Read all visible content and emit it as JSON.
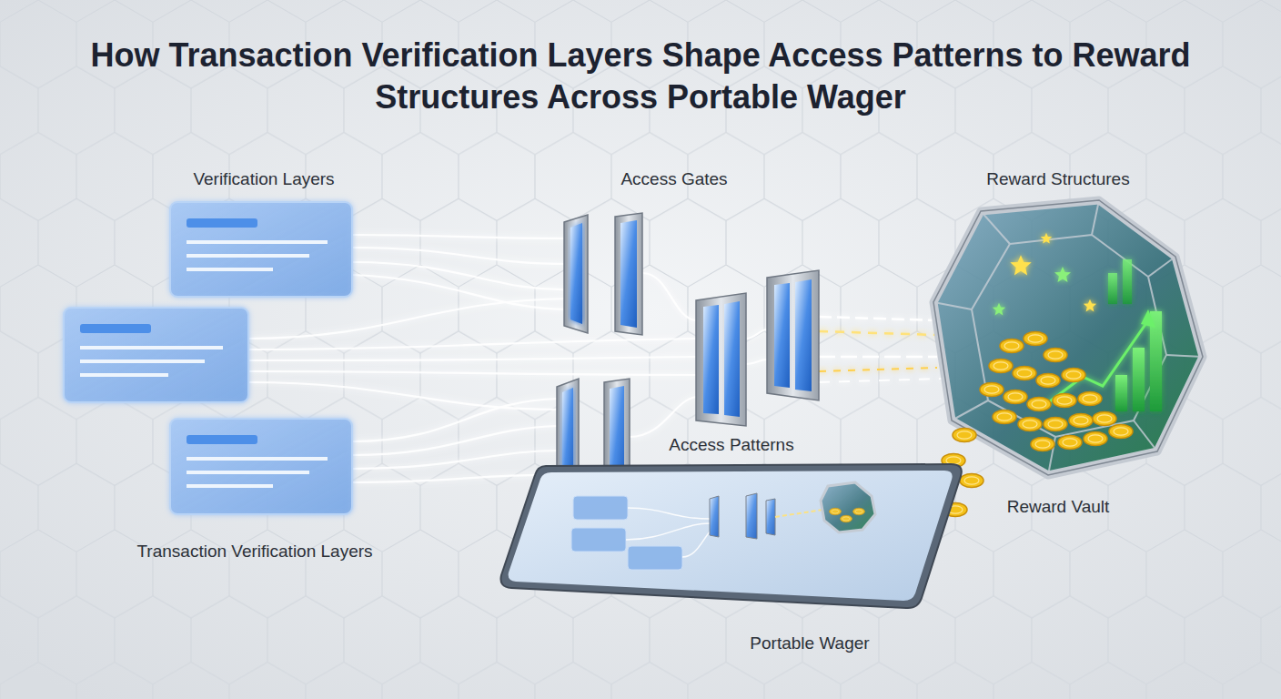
{
  "diagram": {
    "title": "How Transaction Verification Layers Shape Access Patterns to Reward Structures Across Portable Wager",
    "nodes": [
      {
        "text": [
          "Verification Layers",
          "Transaction Verification Layers"
        ]
      },
      {
        "text": [
          "Access Gates",
          "Access Patterns"
        ]
      },
      {
        "text": [
          "Reward Structures",
          "Reward Vault"
        ]
      },
      {
        "text": [
          "Portable Wager"
        ]
      }
    ],
    "edges": [
      {
        "from": 0,
        "to": 1,
        "arrow": "none"
      },
      {
        "from": 1,
        "to": 2,
        "arrow": "none"
      }
    ]
  }
}
